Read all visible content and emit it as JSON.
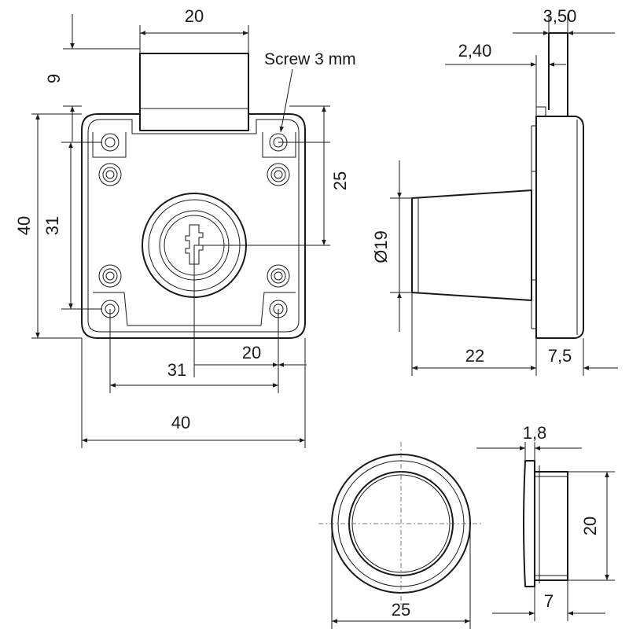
{
  "labels": {
    "top_width": "20",
    "top_height": "9",
    "screw_note": "Screw 3 mm",
    "body_height": "40",
    "hole_spacing_vertical": "31",
    "screw_offset_vertical": "25",
    "hole_spacing_horizontal": "31",
    "screw_offset_horizontal": "20",
    "body_width": "40",
    "plate_thickness": "3,50",
    "bolt_offset": "2,40",
    "cylinder_diameter": "Ø19",
    "cylinder_length": "22",
    "body_depth": "7,5",
    "rosette_flange": "1,8",
    "rosette_height": "20",
    "rosette_depth": "7",
    "rosette_diameter": "25"
  }
}
